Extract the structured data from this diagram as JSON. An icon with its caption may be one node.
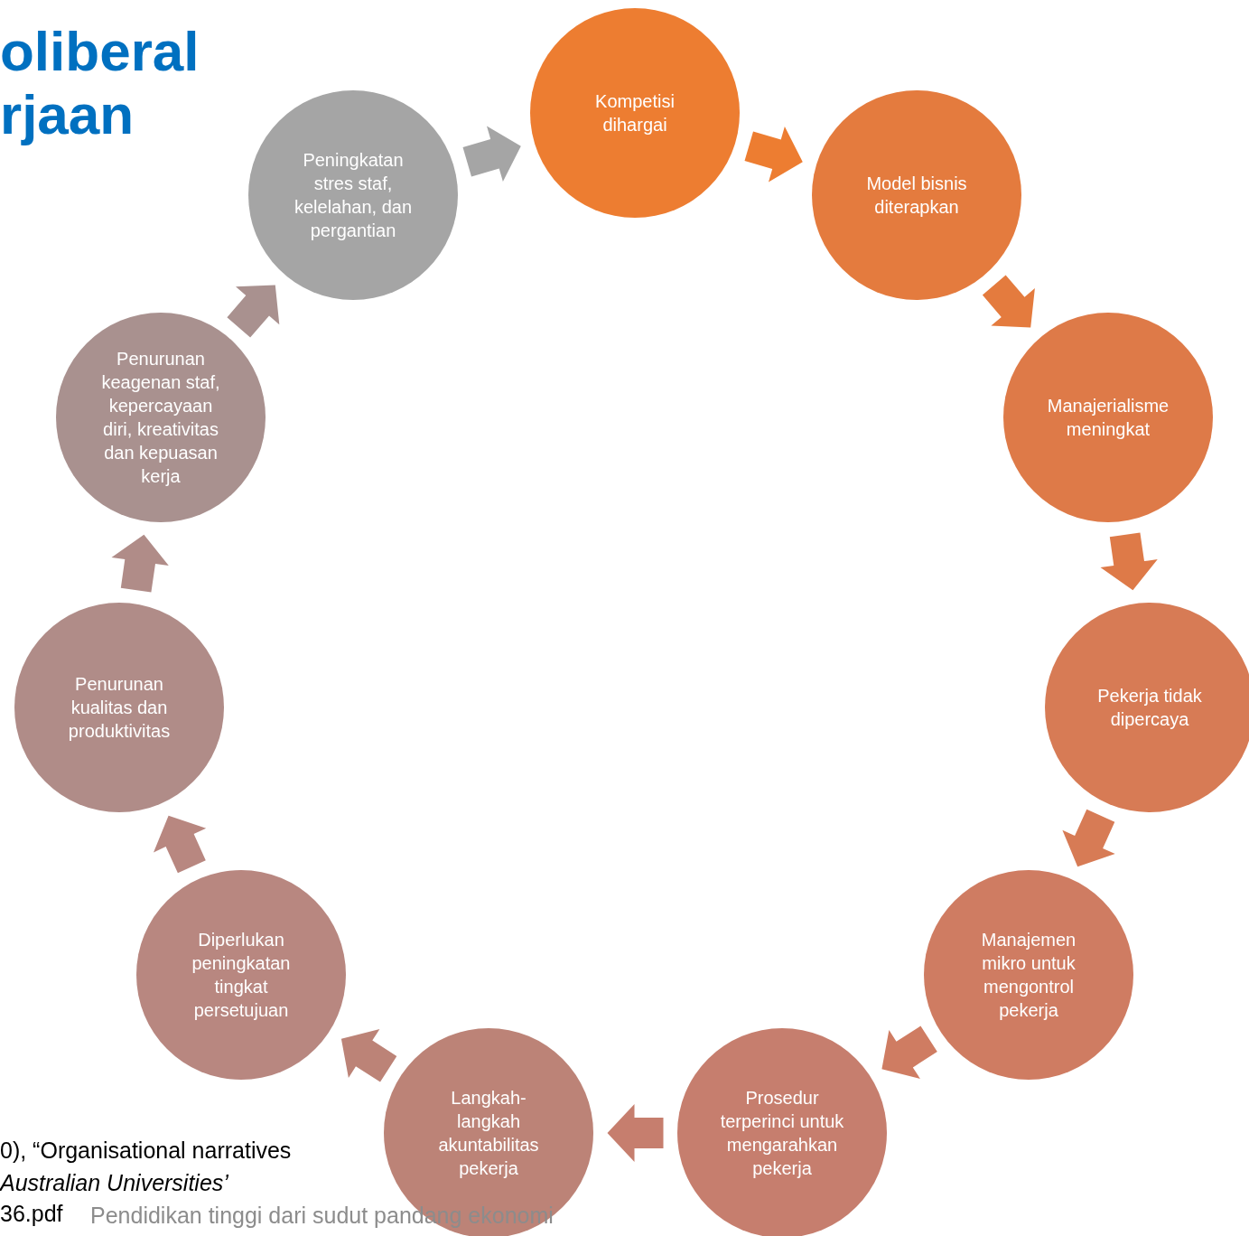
{
  "diagram": {
    "title": "oliberal rjaan",
    "nodes": [
      {
        "text": [
          "Kompetisi dihargai"
        ]
      },
      {
        "text": [
          "Model bisnis diterapkan"
        ]
      },
      {
        "text": [
          "Manajerialisme meningkat"
        ]
      },
      {
        "text": [
          "Pekerja tidak dipercaya"
        ]
      },
      {
        "text": [
          "Manajemen mikro untuk mengontrol pekerja"
        ]
      },
      {
        "text": [
          "Prosedur terperinci untuk mengarahkan pekerja"
        ]
      },
      {
        "text": [
          "Langkah-langkah akuntabilitas pekerja"
        ]
      },
      {
        "text": [
          "Diperlukan peningkatan tingkat persetujuan"
        ]
      },
      {
        "text": [
          "Penurunan kualitas dan produktivitas"
        ]
      },
      {
        "text": [
          "Penurunan keagenan staf, kepercayaan diri, kreativitas dan kepuasan kerja"
        ]
      },
      {
        "text": [
          "Peningkatan stres staf, kelelahan, dan pergantian"
        ]
      }
    ],
    "edges": [
      {
        "from": 0,
        "to": 1,
        "arrow": "to"
      },
      {
        "from": 1,
        "to": 2,
        "arrow": "to"
      },
      {
        "from": 2,
        "to": 3,
        "arrow": "to"
      },
      {
        "from": 3,
        "to": 4,
        "arrow": "to"
      },
      {
        "from": 4,
        "to": 5,
        "arrow": "to"
      },
      {
        "from": 5,
        "to": 6,
        "arrow": "to"
      },
      {
        "from": 6,
        "to": 7,
        "arrow": "to"
      },
      {
        "from": 7,
        "to": 8,
        "arrow": "to"
      },
      {
        "from": 8,
        "to": 9,
        "arrow": "to"
      },
      {
        "from": 9,
        "to": 10,
        "arrow": "to"
      },
      {
        "from": 10,
        "to": 0,
        "arrow": "to"
      }
    ],
    "labels": [
      "0), “Organisational narratives",
      "Australian Universities’",
      "36.pdf",
      "Pendidikan tinggi dari sudut pandang ekonomi"
    ]
  }
}
